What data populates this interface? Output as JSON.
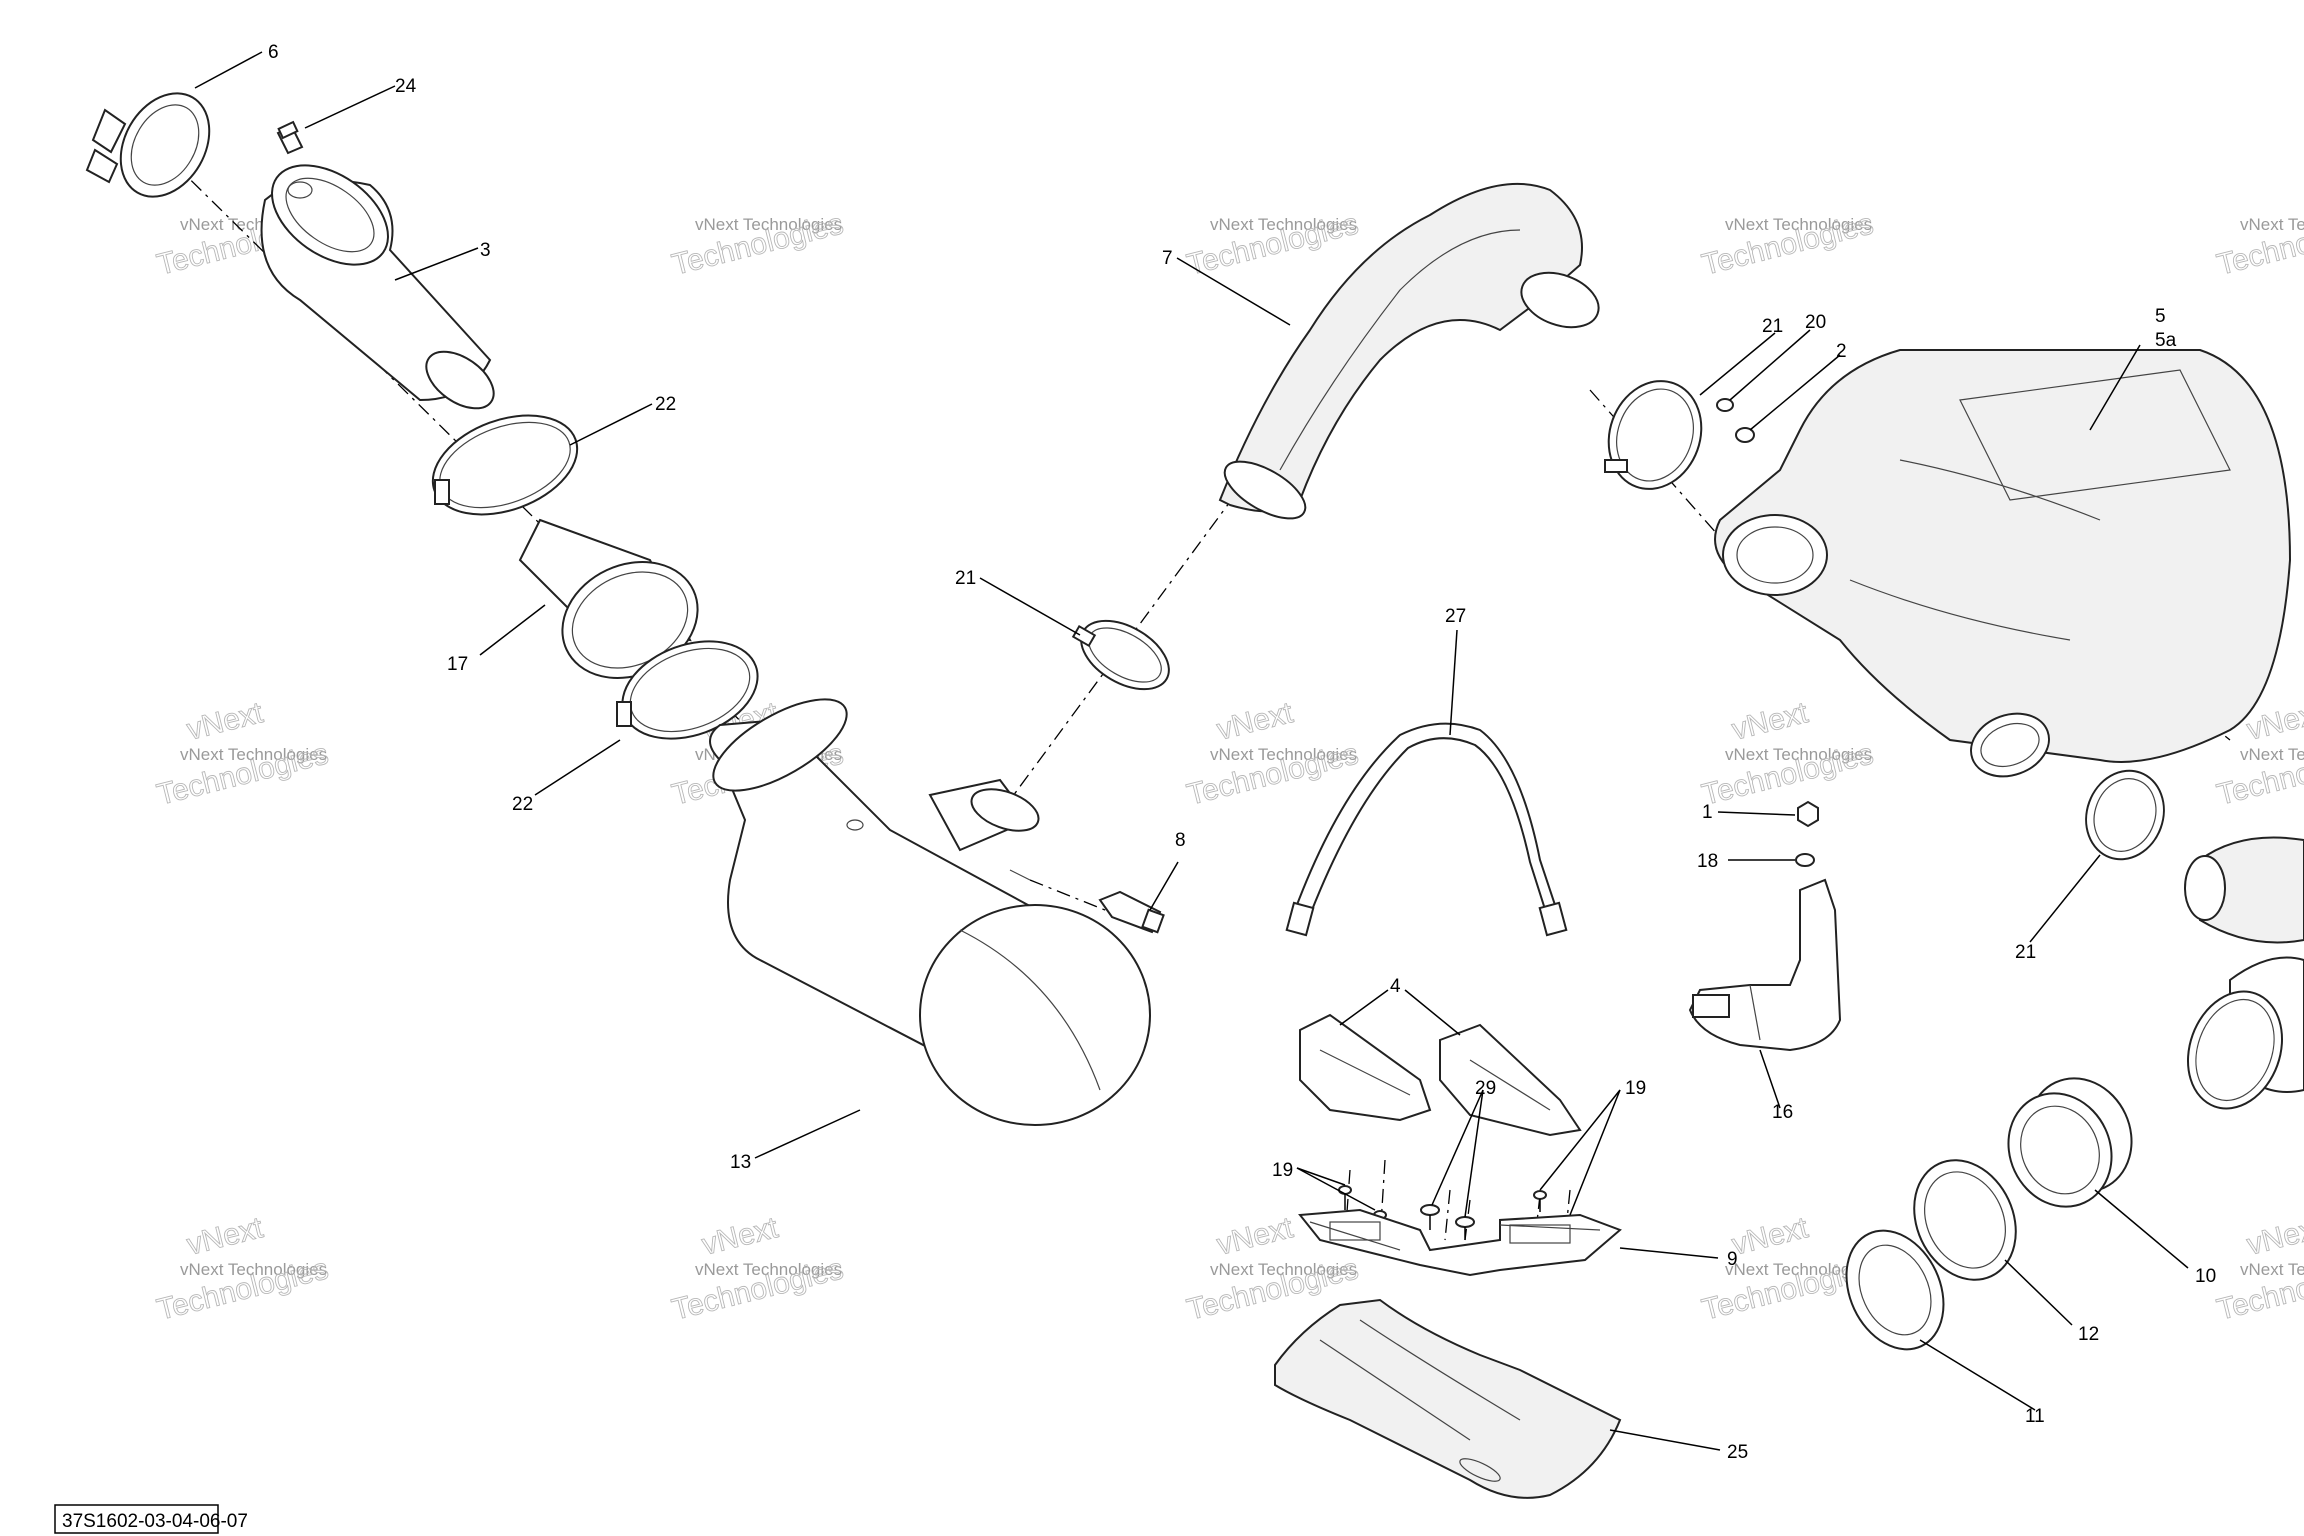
{
  "diagram": {
    "code": "37S1602-03-04-06-07",
    "watermark": {
      "line1": "vNext Technologies",
      "line2": "vNext",
      "line3": "Technologies"
    },
    "callouts": {
      "c6": "6",
      "c24": "24",
      "c3": "3",
      "c22a": "22",
      "c17": "17",
      "c22b": "22",
      "c7": "7",
      "c21a": "21",
      "c8": "8",
      "c13": "13",
      "c27": "27",
      "c21b": "21",
      "c20": "20",
      "c2": "2",
      "c5": "5",
      "c5a": "5a",
      "c1": "1",
      "c18": "18",
      "c21c": "21",
      "c16": "16",
      "c4": "4",
      "c19a": "19",
      "c29": "29",
      "c19b": "19",
      "c9": "9",
      "c25": "25",
      "c10": "10",
      "c12": "12",
      "c11": "11"
    }
  }
}
